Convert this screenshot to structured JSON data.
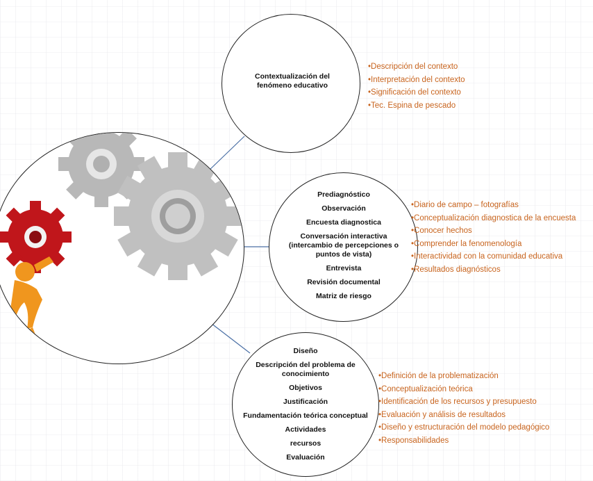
{
  "center_node": {
    "image_description": "gears-with-figure-illustration"
  },
  "branches": [
    {
      "label": "Contextualización del fenómeno educativo",
      "bullets": [
        "Descripción del contexto",
        "Interpretación del contexto",
        "Significación del contexto",
        "Tec. Espina de pescado"
      ]
    },
    {
      "items": [
        "Prediagnóstico",
        "Observación",
        "Encuesta diagnostica",
        "Conversación interactiva (intercambio de percepciones o puntos de vista)",
        "Entrevista",
        "Revisión documental",
        "Matriz de riesgo"
      ],
      "bullets": [
        "Diario de campo – fotografías",
        "Conceptualización diagnostica de la encuesta",
        "Conocer hechos",
        "Comprender la fenomenología",
        "Interactividad con la comunidad educativa",
        "Resultados diagnósticos"
      ]
    },
    {
      "items": [
        "Diseño",
        "Descripción del problema de conocimiento",
        "Objetivos",
        "Justificación",
        "Fundamentación teórica conceptual",
        "Actividades",
        "recursos",
        "Evaluación"
      ],
      "bullets": [
        "Definición de la problematización",
        "Conceptualización teórica",
        "Identificación de los recursos y presupuesto",
        "Evaluación y análisis de resultados",
        "Diseño y estructuración del modelo pedagógico",
        "Responsabilidades"
      ]
    }
  ],
  "colors": {
    "bullet_text": "#c8641e",
    "connector": "#4a6fa5",
    "gear_gray": "#b8b8b8",
    "gear_red": "#c0161b",
    "figure_orange": "#f0961e"
  }
}
